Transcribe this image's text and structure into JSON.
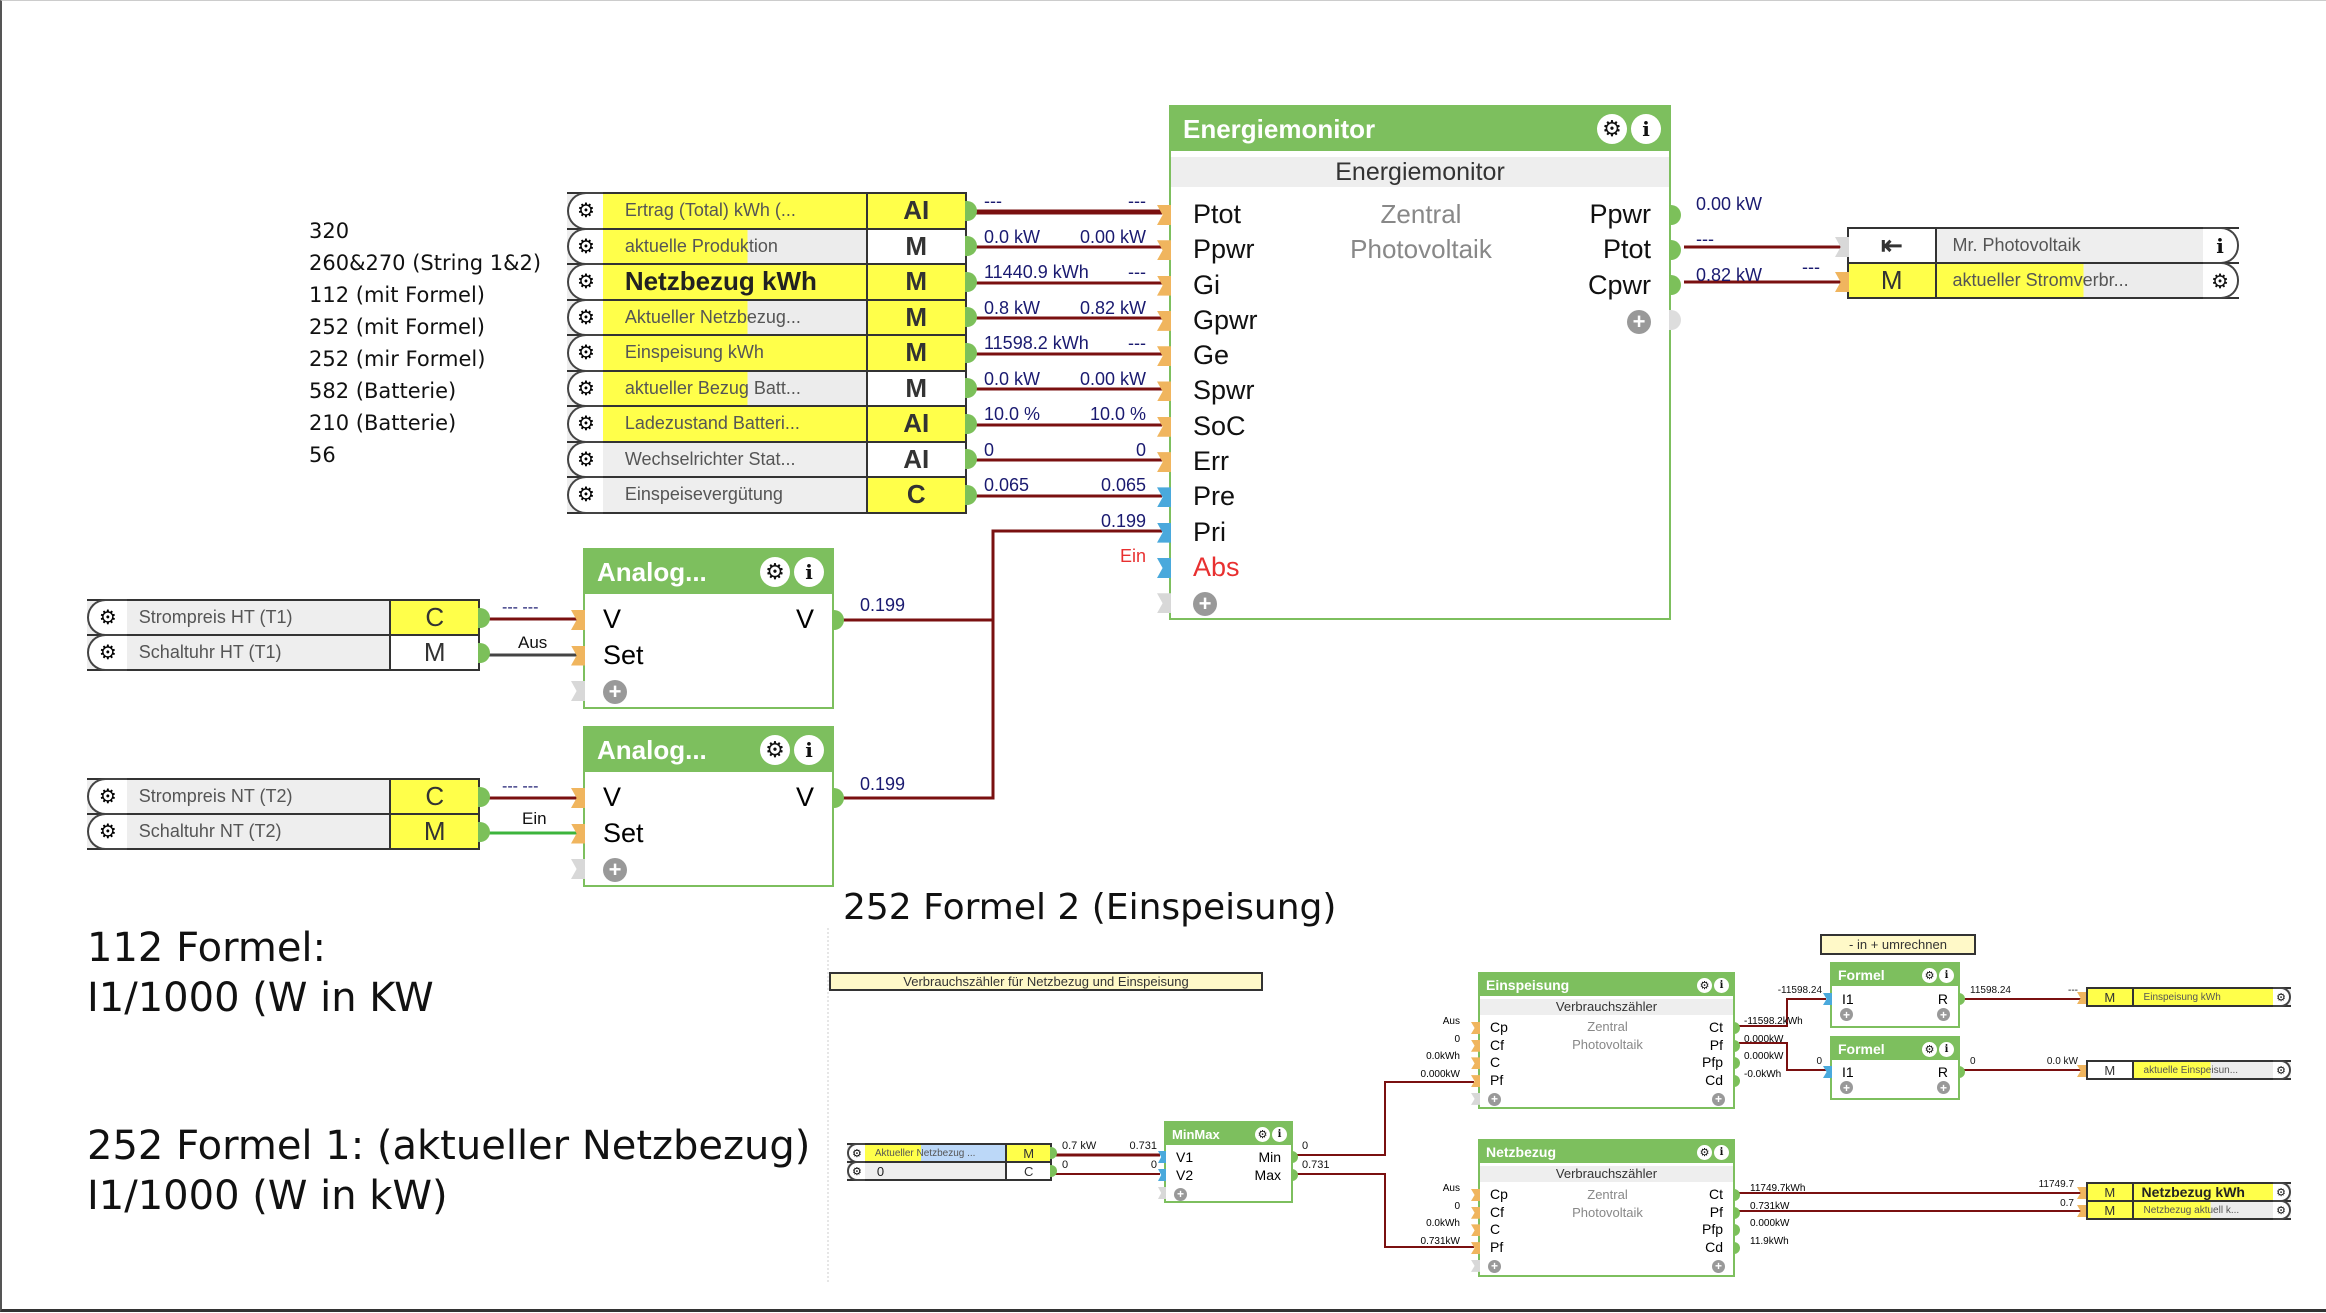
{
  "notes": [
    "320",
    "260&270 (String 1&2)",
    "112 (mit Formel)",
    "252 (mit Formel)",
    "252 (mir Formel)",
    "582 (Batterie)",
    "210 (Batterie)",
    "56"
  ],
  "main_inputs": [
    {
      "label": "Ertrag (Total) kWh (...",
      "type": "AI",
      "value_left": "---",
      "value_right": "---"
    },
    {
      "label": "aktuelle Produktion",
      "type": "M",
      "value_left": "0.0 kW",
      "value_right": "0.00 kW"
    },
    {
      "label": "Netzbezug kWh",
      "type": "M",
      "value_left": "11440.9 kWh",
      "value_right": "---"
    },
    {
      "label": "Aktueller Netzbezug...",
      "type": "M",
      "value_left": "0.8 kW",
      "value_right": "0.82 kW"
    },
    {
      "label": "Einspeisung kWh",
      "type": "M",
      "value_left": "11598.2 kWh",
      "value_right": "---"
    },
    {
      "label": "aktueller Bezug Batt...",
      "type": "M",
      "value_left": "0.0 kW",
      "value_right": "0.00 kW"
    },
    {
      "label": "Ladezustand Batteri...",
      "type": "AI",
      "value_left": "10.0 %",
      "value_right": "10.0 %"
    },
    {
      "label": "Wechselrichter Stat...",
      "type": "AI",
      "value_left": "0",
      "value_right": "0"
    },
    {
      "label": "Einspeisevergütung",
      "type": "C",
      "value_left": "0.065",
      "value_right": "0.065"
    }
  ],
  "energiemonitor": {
    "title": "Energiemonitor",
    "subtitle": "Energiemonitor",
    "center": [
      "Zentral",
      "Photovoltaik"
    ],
    "inputs": [
      "Ptot",
      "Ppwr",
      "Gi",
      "Gpwr",
      "Ge",
      "Spwr",
      "SoC",
      "Err",
      "Pre",
      "Pri",
      "Abs"
    ],
    "outputs": [
      "Ppwr",
      "Ptot",
      "Cpwr"
    ],
    "output_values": [
      "0.00 kW",
      "---",
      "0.82 kW"
    ],
    "pri_value": "0.199",
    "abs_value": "Ein",
    "cpwr_target_value": "---"
  },
  "outputs_right": [
    {
      "type_icon": "exit-icon",
      "label": "Mr. Photovoltaik",
      "end_icon": "info-icon"
    },
    {
      "type": "M",
      "label": "aktueller Stromverbr...",
      "end_icon": "gear-icon"
    }
  ],
  "analog_blocks": [
    {
      "title": "Analog...",
      "in": [
        "V",
        "Set"
      ],
      "out": "V",
      "out_value": "0.199",
      "sources": [
        {
          "label": "Strompreis HT (T1)",
          "type": "C",
          "wire_value": "--- ---"
        },
        {
          "label": "Schaltuhr HT (T1)",
          "type": "M",
          "wire_value": "Aus"
        }
      ]
    },
    {
      "title": "Analog...",
      "in": [
        "V",
        "Set"
      ],
      "out": "V",
      "out_value": "0.199",
      "sources": [
        {
          "label": "Strompreis NT (T2)",
          "type": "C",
          "wire_value": "--- ---"
        },
        {
          "label": "Schaltuhr NT (T2)",
          "type": "M",
          "wire_value": "Ein"
        }
      ]
    }
  ],
  "text_formel2": "252 Formel 2 (Einspeisung)",
  "text_formel_112": [
    "112 Formel:",
    "I1/1000 (W in KW"
  ],
  "text_formel1": [
    "252 Formel 1: (aktueller Netzbezug)",
    "I1/1000 (W in kW)"
  ],
  "bottom": {
    "comment_main": "Verbrauchszähler für Netzbezug und Einspeisung",
    "comment_convert": "- in + umrechnen",
    "sources": [
      {
        "label": "Aktueller Netzbezug ...",
        "type": "M",
        "v_left": "0.7 kW",
        "v_right": "0.731"
      },
      {
        "label": "0",
        "type": "C",
        "v_left": "0",
        "v_right": "0"
      }
    ],
    "minmax": {
      "title": "MinMax",
      "in": [
        "V1",
        "V2"
      ],
      "out": [
        "Min",
        "Max"
      ],
      "out_values": [
        "0",
        "0.731"
      ]
    },
    "einspeisung": {
      "title": "Einspeisung",
      "subtitle": "Verbrauchszähler",
      "center": [
        "Zentral",
        "Photovoltaik"
      ],
      "in": [
        "Cp",
        "Cf",
        "C",
        "Pf"
      ],
      "in_values": [
        "Aus",
        "0",
        "0.0kWh",
        "0.000kW"
      ],
      "out": [
        "Ct",
        "Pf",
        "Pfp",
        "Cd"
      ],
      "out_values": [
        "-11598.2kWh",
        "0.000kW",
        "0.000kW",
        "-0.0kWh"
      ]
    },
    "netzbezug": {
      "title": "Netzbezug",
      "subtitle": "Verbrauchszähler",
      "center": [
        "Zentral",
        "Photovoltaik"
      ],
      "in": [
        "Cp",
        "Cf",
        "C",
        "Pf"
      ],
      "in_values": [
        "Aus",
        "0",
        "0.0kWh",
        "0.731kW"
      ],
      "out": [
        "Ct",
        "Pf",
        "Pfp",
        "Cd"
      ],
      "out_values": [
        "11749.7kWh",
        "0.731kW",
        "0.000kW",
        "11.9kWh"
      ]
    },
    "formel": [
      {
        "title": "Formel",
        "in": "I1",
        "out": "R",
        "in_value": "-11598.24",
        "out_value": "11598.24",
        "target_value": "---"
      },
      {
        "title": "Formel",
        "in": "I1",
        "out": "R",
        "in_value": "0",
        "out_value": "0",
        "target_value": "0.0 kW"
      }
    ],
    "targets": [
      {
        "type": "M",
        "label": "Einspeisung kWh"
      },
      {
        "type": "M",
        "label": "aktuelle Einspeisun..."
      },
      {
        "type": "M",
        "label": "Netzbezug kWh",
        "value": "11749.7"
      },
      {
        "type": "M",
        "label": "Netzbezug aktuell k...",
        "value": "0.7"
      }
    ]
  },
  "colors": {
    "block_green": "#7dbf5e",
    "wire": "#7a1010",
    "yellow": "#ffff4a",
    "port_orange": "#f0b55e",
    "port_blue": "#4aa9dc"
  }
}
